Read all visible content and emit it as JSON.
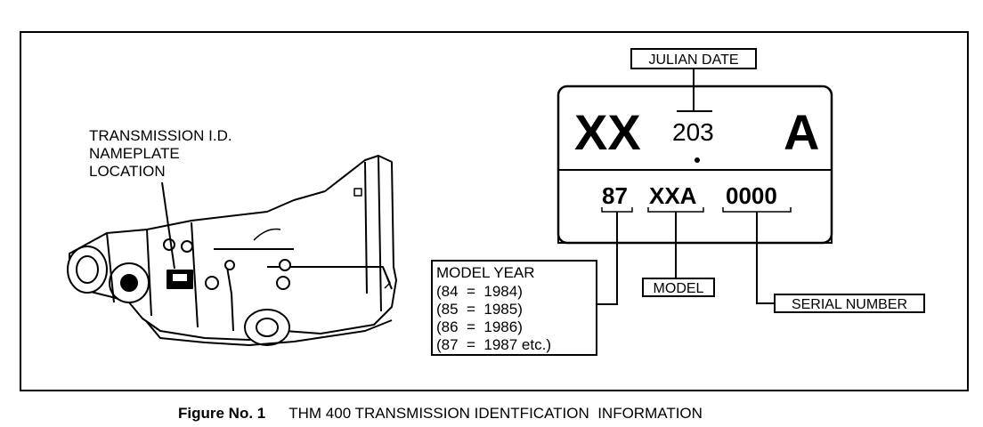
{
  "callout": {
    "transmission_label": [
      "TRANSMISSION I.D.",
      "NAMEPLATE",
      "LOCATION"
    ]
  },
  "nameplate": {
    "julian_date_label": "JULIAN DATE",
    "big_left": "XX",
    "julian_code": "203",
    "big_right": "A",
    "model_year_code": "87",
    "model_code": "XXA",
    "serial_code": "0000"
  },
  "legend": {
    "model_year_title": "MODEL YEAR",
    "model_year_lines": [
      "(84  =  1984)",
      "(85  =  1985)",
      "(86  =  1986)",
      "(87  =  1987 etc.)"
    ],
    "model_label": "MODEL",
    "serial_number_label": "SERIAL NUMBER"
  },
  "caption": {
    "figure": "Figure No. 1",
    "text": "THM 400 TRANSMISSION IDENTFICATION  INFORMATION"
  }
}
